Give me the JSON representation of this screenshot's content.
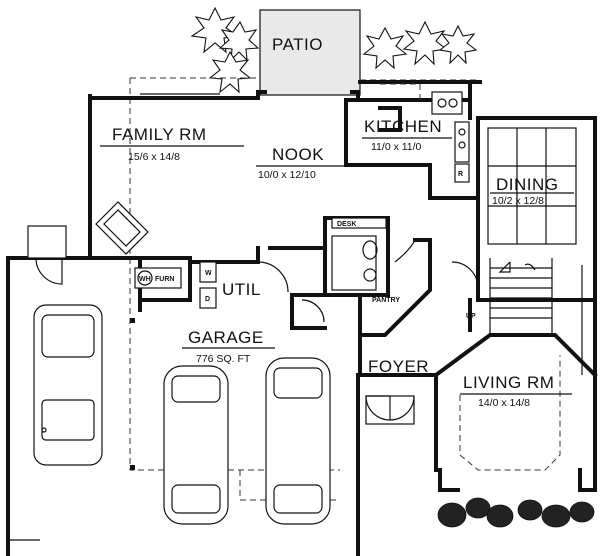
{
  "rooms": {
    "patio": {
      "name": "PATIO"
    },
    "family": {
      "name": "FAMILY RM",
      "size": "15/6 x 14/8"
    },
    "nook": {
      "name": "NOOK",
      "size": "10/0 x 12/10"
    },
    "kitchen": {
      "name": "KITCHEN",
      "size": "11/0 x 11/0"
    },
    "dining": {
      "name": "DINING",
      "size": "10/2 x 12/8"
    },
    "util": {
      "name": "UTIL"
    },
    "garage": {
      "name": "GARAGE",
      "size": "776 SQ. FT"
    },
    "foyer": {
      "name": "FOYER"
    },
    "living": {
      "name": "LIVING RM",
      "size": "14/0 x 14/8"
    }
  },
  "fixtures": {
    "desk": "DESK",
    "pantry": "PANTRY",
    "wh": "WH",
    "furn": "FURN",
    "washer": "W",
    "dryer": "D",
    "refrigerator": "R",
    "up": "UP"
  },
  "colors": {
    "line": "#111111",
    "patio_fill": "#e9e9e9",
    "background": "#ffffff"
  }
}
